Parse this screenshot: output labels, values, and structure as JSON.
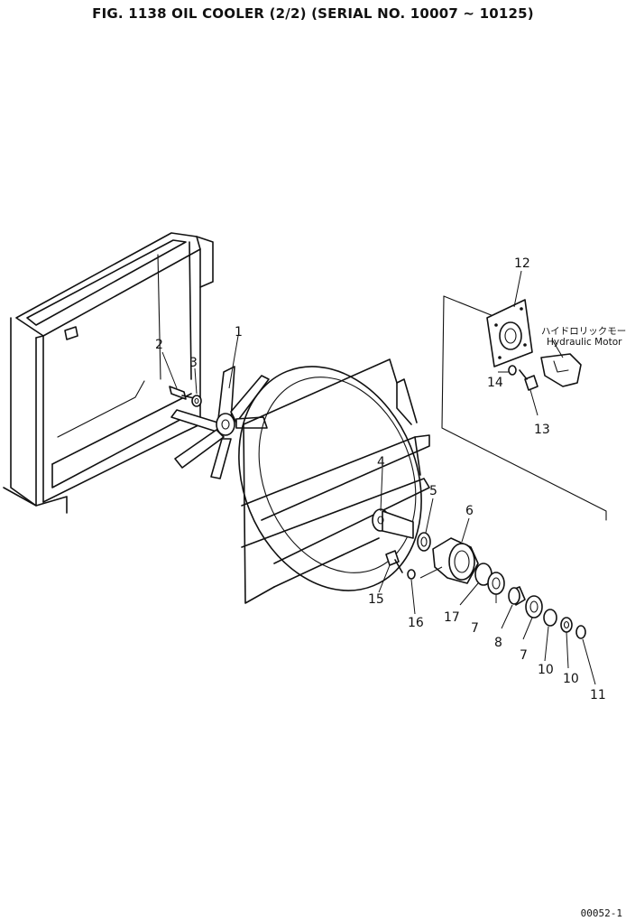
{
  "figure": {
    "title": "FIG. 1138  OIL COOLER (2/2) (SERIAL NO. 10007 ~ 10125)",
    "drawing_code": "00052-1"
  },
  "inset": {
    "label_jp": "ハイドロリックモータ",
    "label_en": "Hydraulic Motor"
  },
  "callouts": [
    "1",
    "2",
    "3",
    "4",
    "5",
    "6",
    "7",
    "7",
    "8",
    "10",
    "10",
    "11",
    "12",
    "13",
    "14",
    "15",
    "16",
    "17"
  ]
}
